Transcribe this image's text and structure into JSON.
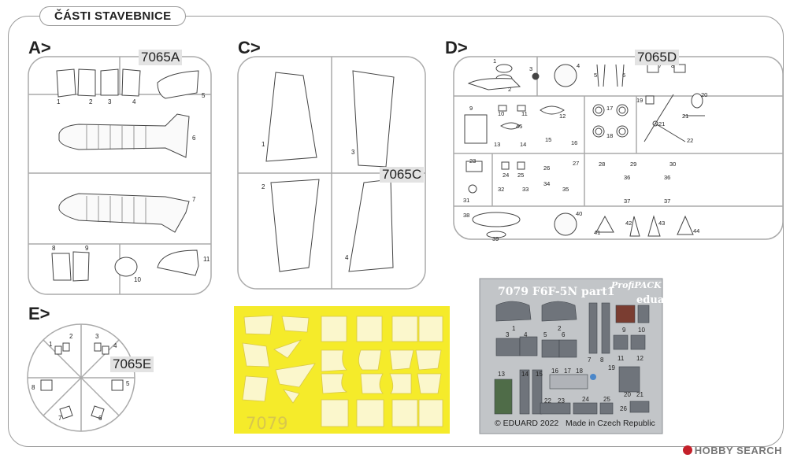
{
  "header": {
    "title": "ČÁSTI STAVEBNICE"
  },
  "sections": {
    "a": {
      "label": "A>",
      "code": "7065A",
      "parts": [
        "1",
        "2",
        "3",
        "4",
        "5",
        "6",
        "7",
        "8",
        "9",
        "10",
        "11"
      ]
    },
    "c": {
      "label": "C>",
      "code": "7065C",
      "parts": [
        "1",
        "2",
        "3",
        "4"
      ]
    },
    "d": {
      "label": "D>",
      "code": "7065D"
    },
    "e": {
      "label": "E>",
      "code": "7065E",
      "parts": [
        "1",
        "2",
        "3",
        "4",
        "5",
        "6",
        "7",
        "8"
      ]
    }
  },
  "mask": {
    "text": "7079",
    "color": "#f5eb2a"
  },
  "photoetch": {
    "title": "7079   F6F-5N   part1",
    "brand": "ProfiPACK",
    "maker": "eduard",
    "copyright": "© EDUARD 2022",
    "made_in": "Made in Czech Republic"
  },
  "watermark": {
    "text": "HOBBY SEARCH"
  }
}
